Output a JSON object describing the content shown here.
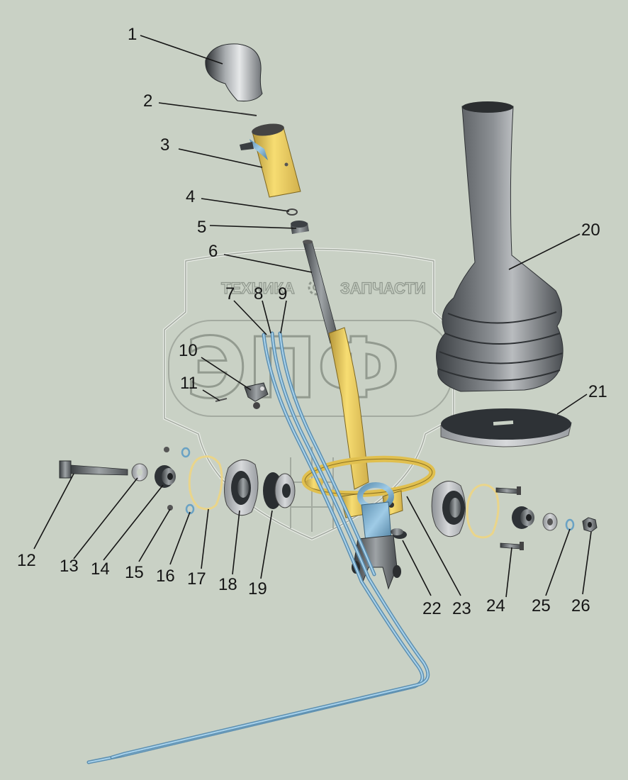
{
  "watermark": {
    "text_left": "ТЕХНИКА",
    "text_right": "ЗАПЧАСТИ",
    "logo": "ЭПФ"
  },
  "callouts": [
    {
      "id": "1",
      "label": "1"
    },
    {
      "id": "2",
      "label": "2"
    },
    {
      "id": "3",
      "label": "3"
    },
    {
      "id": "4",
      "label": "4"
    },
    {
      "id": "5",
      "label": "5"
    },
    {
      "id": "6",
      "label": "6"
    },
    {
      "id": "7",
      "label": "7"
    },
    {
      "id": "8",
      "label": "8"
    },
    {
      "id": "9",
      "label": "9"
    },
    {
      "id": "10",
      "label": "10"
    },
    {
      "id": "11",
      "label": "11"
    },
    {
      "id": "12",
      "label": "12"
    },
    {
      "id": "13",
      "label": "13"
    },
    {
      "id": "14",
      "label": "14"
    },
    {
      "id": "15",
      "label": "15"
    },
    {
      "id": "16",
      "label": "16"
    },
    {
      "id": "17",
      "label": "17"
    },
    {
      "id": "18",
      "label": "18"
    },
    {
      "id": "19",
      "label": "19"
    },
    {
      "id": "20",
      "label": "20"
    },
    {
      "id": "21",
      "label": "21"
    },
    {
      "id": "22",
      "label": "22"
    },
    {
      "id": "23",
      "label": "23"
    },
    {
      "id": "24",
      "label": "24"
    },
    {
      "id": "25",
      "label": "25"
    },
    {
      "id": "26",
      "label": "26"
    }
  ],
  "colors": {
    "background": "#c9d1c5",
    "yellow_part": "#f2d463",
    "blue_part": "#7fb6d6",
    "dark_part": "#3a3f42",
    "rubber_boot": "#5c6064"
  }
}
